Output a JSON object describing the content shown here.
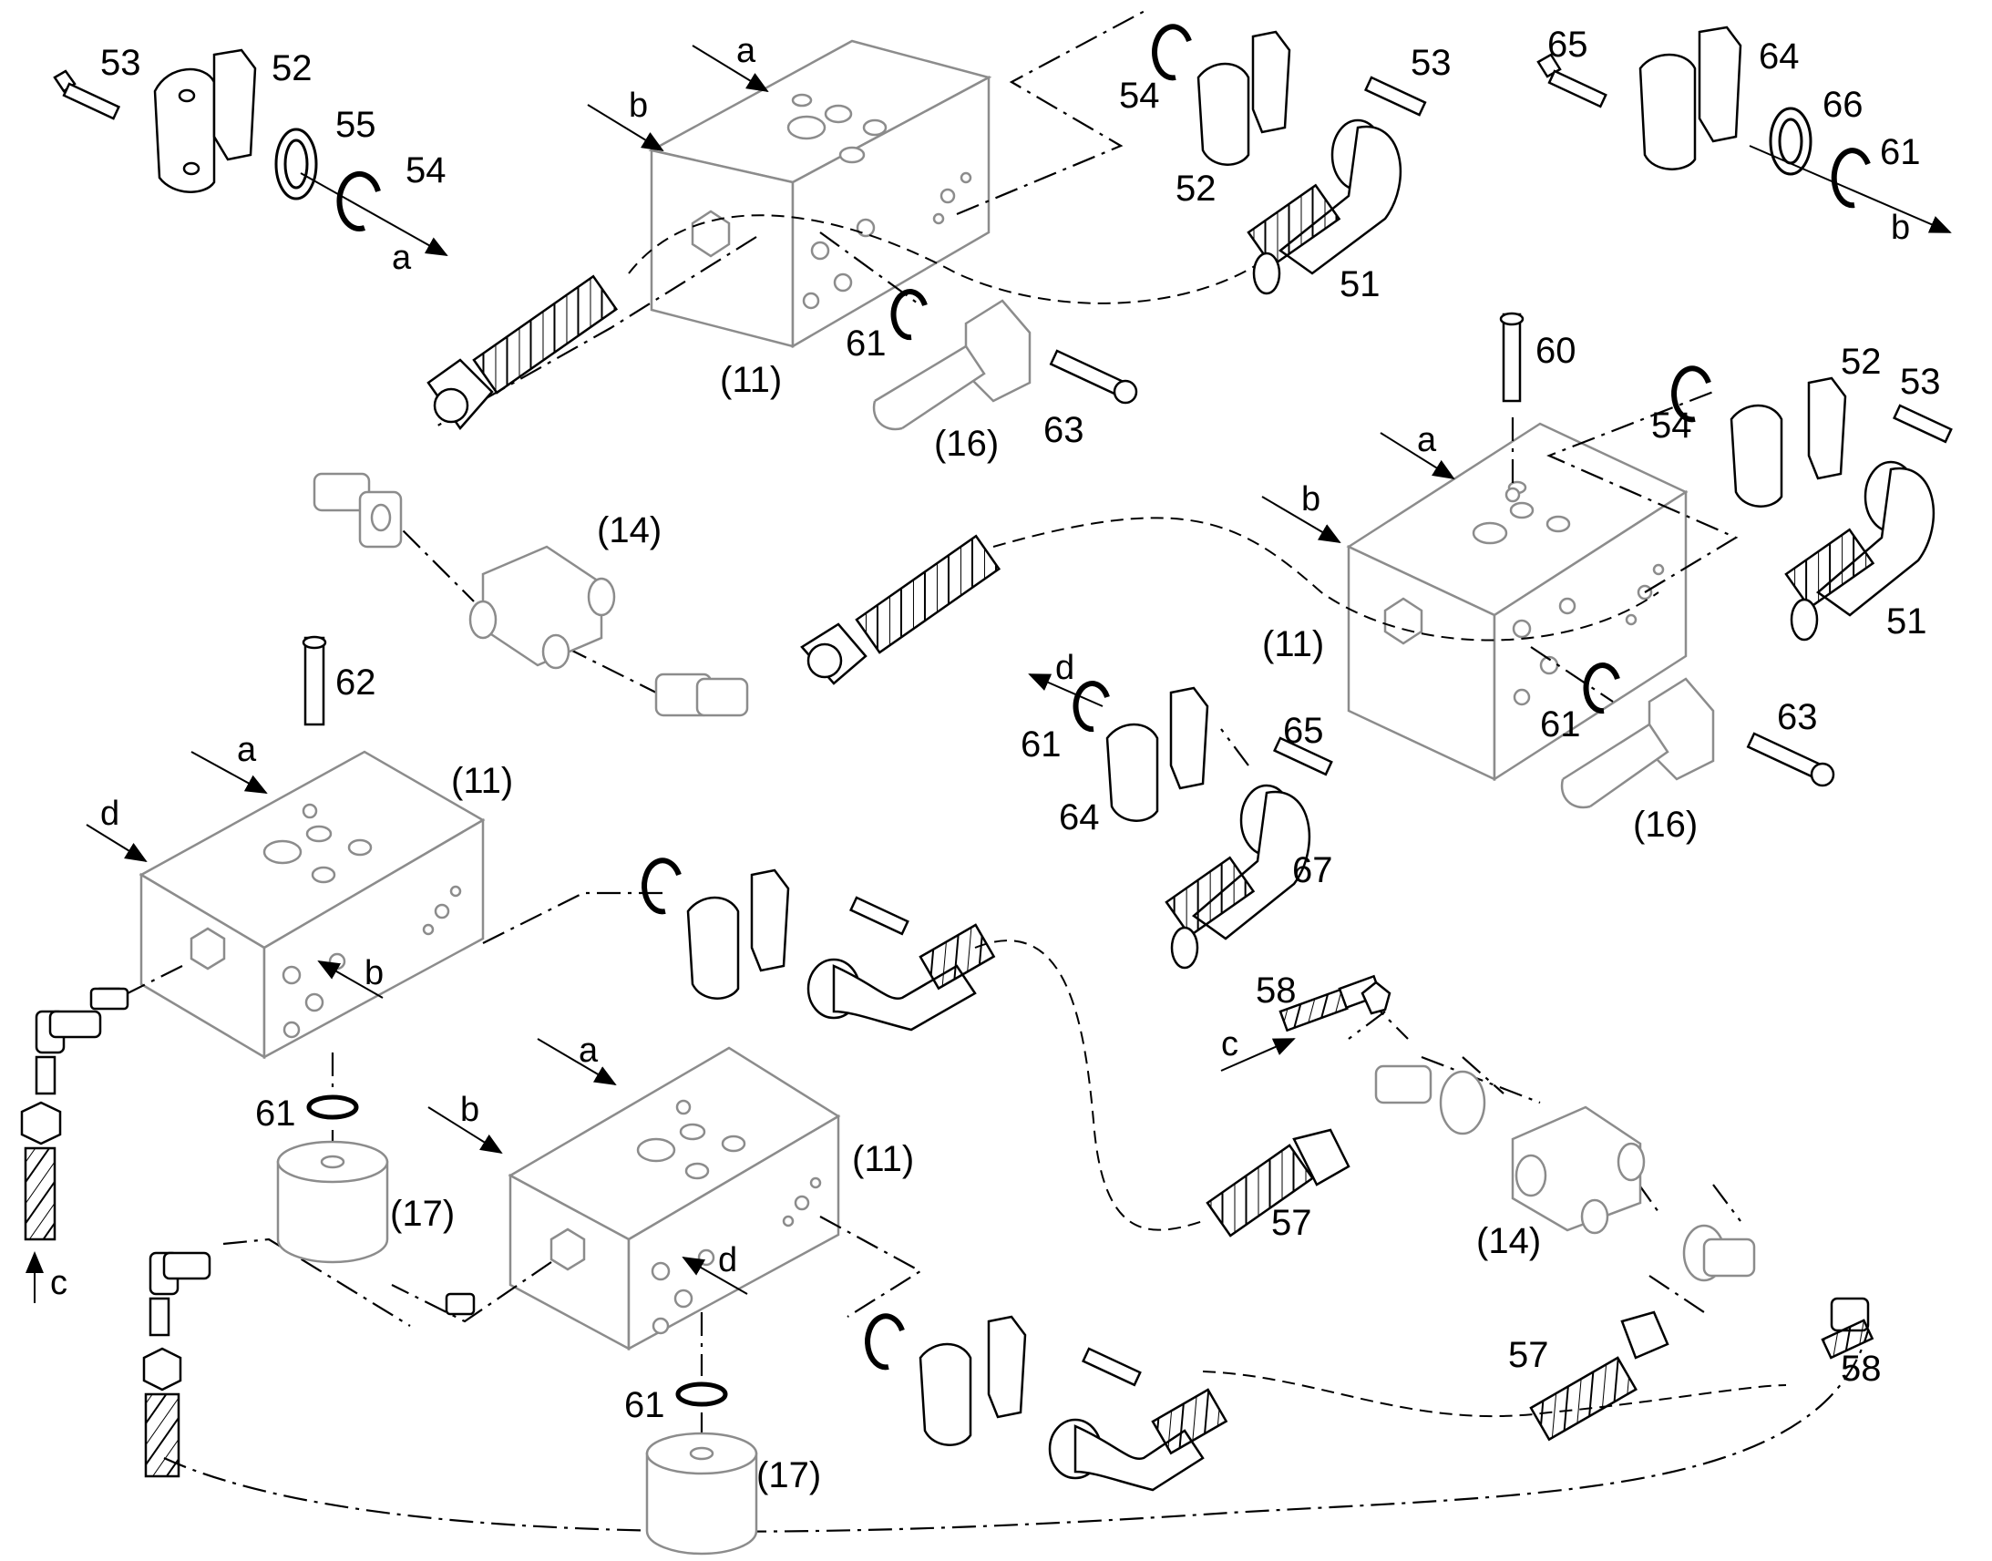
{
  "diagram": {
    "colors": {
      "line": "#000000",
      "part_outline": "#8c8c8c",
      "background": "#ffffff"
    },
    "valve_blocks": [
      {
        "label": "(11)",
        "ports": [
          "a",
          "b"
        ]
      },
      {
        "label": "(11)",
        "ports": [
          "a",
          "b"
        ]
      },
      {
        "label": "(11)",
        "ports": [
          "a",
          "d",
          "b"
        ]
      },
      {
        "label": "(11)",
        "ports": [
          "a",
          "b",
          "d"
        ]
      }
    ],
    "part_labels": {
      "p51_top": "51",
      "p51_right": "51",
      "p52_left": "52",
      "p52_top": "52",
      "p52_right": "52",
      "p53_left": "53",
      "p53_top": "53",
      "p53_right": "53",
      "p54_left": "54",
      "p54_top": "54",
      "p54_right": "54",
      "p55": "55",
      "p57_mid": "57",
      "p57_low": "57",
      "p58_top": "58",
      "p58_low": "58",
      "p60": "60",
      "p61_top": "61",
      "p61_topright": "61",
      "p61_right": "61",
      "p61_mid": "61",
      "p61_left": "61",
      "p61_bottom": "61",
      "p62": "62",
      "p63_top": "63",
      "p63_right": "63",
      "p64_top": "64",
      "p64_mid": "64",
      "p65_top": "65",
      "p65_mid": "65",
      "p66": "66",
      "p67": "67",
      "ref11_top": "(11)",
      "ref11_right": "(11)",
      "ref11_left": "(11)",
      "ref11_bottom": "(11)",
      "ref14_top": "(14)",
      "ref14_right": "(14)",
      "ref16_top": "(16)",
      "ref16_right": "(16)",
      "ref17_left": "(17)",
      "ref17_bottom": "(17)"
    },
    "arrow_letters": {
      "a_tl": "a",
      "a_blk1": "a",
      "b_blk1": "b",
      "b_tr": "b",
      "a_blk2": "a",
      "b_blk2": "b",
      "d_mid": "d",
      "a_blk3": "a",
      "d_blk3": "d",
      "b_blk3": "b",
      "c_left": "c",
      "a_blk4": "a",
      "b_blk4": "b",
      "d_blk4": "d",
      "c_right": "c"
    }
  }
}
